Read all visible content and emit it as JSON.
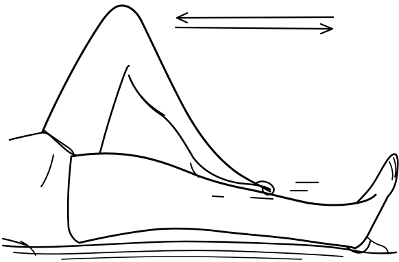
{
  "figure": {
    "subject": "line-drawing-of-knee-flexion-exercise",
    "colors": {
      "ink": "#000000",
      "paper": "#ffffff"
    },
    "arrows": {
      "count": 2,
      "directions": [
        "left",
        "right"
      ]
    }
  }
}
